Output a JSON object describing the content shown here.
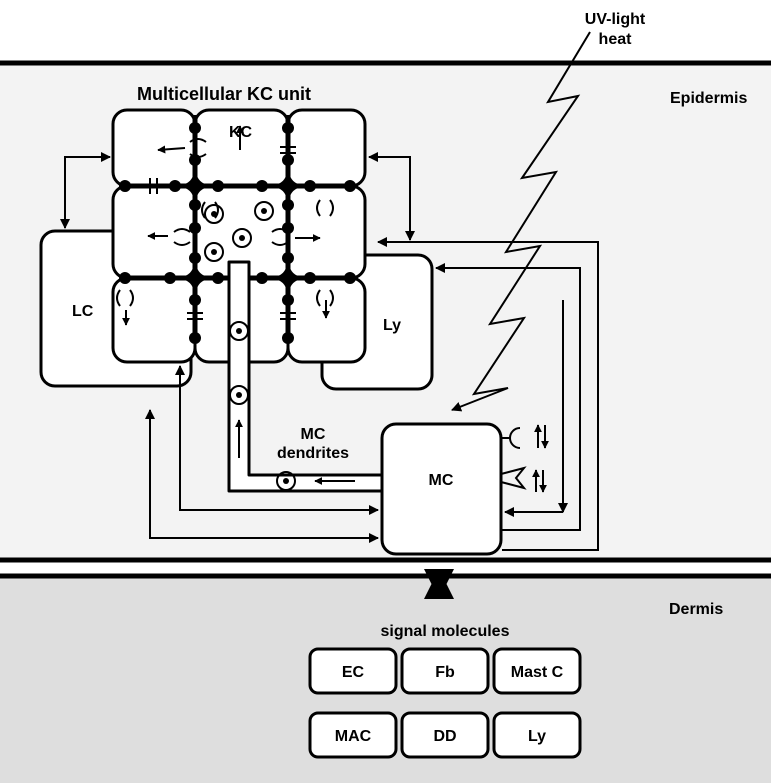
{
  "stimulus": {
    "line1": "UV-light",
    "line2": "heat"
  },
  "layers": {
    "epidermis": "Epidermis",
    "dermis": "Dermis"
  },
  "kc_unit": {
    "title": "Multicellular KC unit",
    "kc": "KC"
  },
  "cells": {
    "lc": "LC",
    "ly": "Ly",
    "mc": "MC"
  },
  "dendrites": {
    "line1": "MC",
    "line2": "dendrites"
  },
  "signal_molecules": "signal molecules",
  "dermal_cells": [
    {
      "label": "EC"
    },
    {
      "label": "Fb"
    },
    {
      "label": "Mast C"
    },
    {
      "label": "MAC"
    },
    {
      "label": "DD"
    },
    {
      "label": "Ly"
    }
  ],
  "colors": {
    "epidermis_bg": "#f3f3f3",
    "dermis_bg": "#dedede",
    "lines": "#000000"
  }
}
